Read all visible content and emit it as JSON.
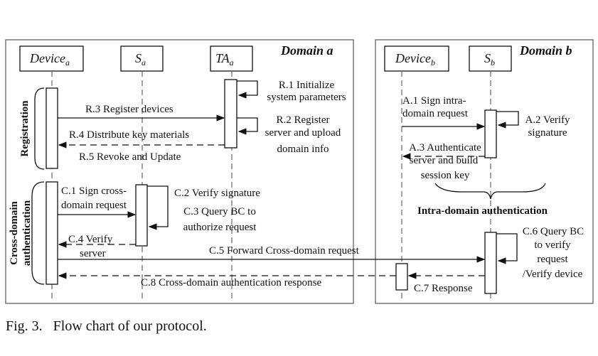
{
  "domain_a": {
    "title": "Domain a",
    "entities": {
      "device": {
        "main": "Device",
        "sub": "a"
      },
      "server": {
        "main": "S",
        "sub": "a"
      },
      "ta": {
        "main": "TA",
        "sub": "a"
      }
    },
    "side_labels": {
      "registration": "Registration",
      "cross_line1": "Cross-domain",
      "cross_line2": "authentication"
    }
  },
  "domain_b": {
    "title": "Domain b",
    "entities": {
      "device": {
        "main": "Device",
        "sub": "b"
      },
      "server": {
        "main": "S",
        "sub": "b"
      }
    },
    "intra_label": "Intra-domain authentication"
  },
  "steps": {
    "r1": [
      "R.1 Initialize",
      "system parameters"
    ],
    "r2": [
      "R.2 Register",
      "server and upload",
      "domain info"
    ],
    "r3": "R.3 Register devices",
    "r4": "R.4 Distribute key materials",
    "r5": "R.5 Revoke and Update",
    "a1": [
      "A.1 Sign intra-",
      "domain request"
    ],
    "a2": [
      "A.2 Verify",
      "signature"
    ],
    "a3": [
      "A.3 Authenticate",
      "server and build",
      "session key"
    ],
    "c1": [
      "C.1 Sign cross-",
      "domain request"
    ],
    "c2": "C.2 Verify signature",
    "c3": [
      "C.3 Query BC to",
      "authorize request"
    ],
    "c4": [
      "C.4 Verify",
      "server"
    ],
    "c5": "C.5 Forward Cross-domain request",
    "c6": [
      "C.6 Query BC",
      "to verify",
      "request",
      "/Verify device"
    ],
    "c7": "C.7  Response",
    "c8": "C.8 Cross-domain authentication response"
  },
  "caption": "Fig. 3.   Flow chart of our protocol."
}
